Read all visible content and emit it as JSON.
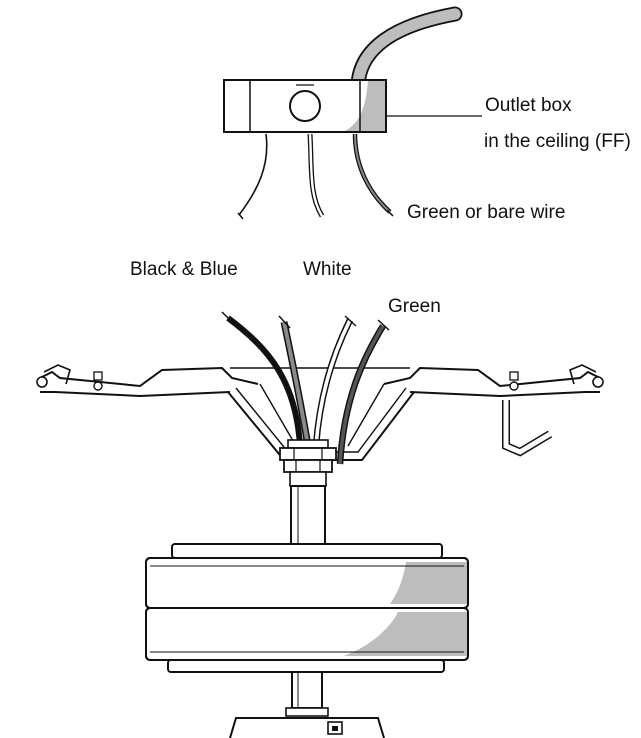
{
  "labels": {
    "outlet_box": "Outlet box",
    "in_the_ceiling": "in the ceiling (FF)",
    "green_or_bare": "Green or bare wire",
    "black_blue": "Black & Blue",
    "white": "White",
    "green": "Green"
  },
  "colors": {
    "line": "#111111",
    "shade": "#bdbdbd",
    "wire_black": "#1a1a1a",
    "wire_gray": "#8a8a8a",
    "wire_white": "#ffffff",
    "wire_green": "#555555"
  }
}
